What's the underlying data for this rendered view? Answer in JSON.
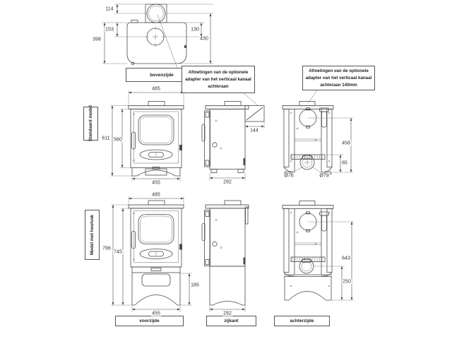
{
  "labels": {
    "bovenzijde": "bovenzijde",
    "voorzijde": "voorzijde",
    "zijkant": "zijkant",
    "achterzijde": "achterzijde",
    "row_standaard": "Standaard model",
    "row_houtvak": "Model met houtvak"
  },
  "notes": {
    "rear": {
      "l1": "Afmetingen van de optionele",
      "l2": "adapter van het verticaal kanaal",
      "l3": "achteraan"
    },
    "rear140": {
      "l1": "Afmetingen van de optionele",
      "l2": "adapter van het verticaal kanaal",
      "l3": "achteraan 140mm"
    }
  },
  "dims": {
    "top": {
      "d114": "114",
      "d153": "153",
      "d398": "398",
      "d130": "130",
      "d430": "430"
    },
    "sf": {
      "w485": "485",
      "h611": "611",
      "h560": "560",
      "w455": "455"
    },
    "ss": {
      "d144": "144",
      "d292": "292"
    },
    "sb": {
      "h458": "458",
      "h65": "65",
      "dia76": "Ø76",
      "dia79": "Ø79"
    },
    "hf": {
      "w485": "485",
      "h796": "796",
      "h745": "745",
      "h185": "185",
      "w455": "455"
    },
    "hs": {
      "d292": "292"
    },
    "hb": {
      "h643": "643",
      "h250": "250"
    }
  },
  "colors": {
    "line": "#4a4a4a",
    "text": "#2b2b2b",
    "background": "#ffffff"
  }
}
